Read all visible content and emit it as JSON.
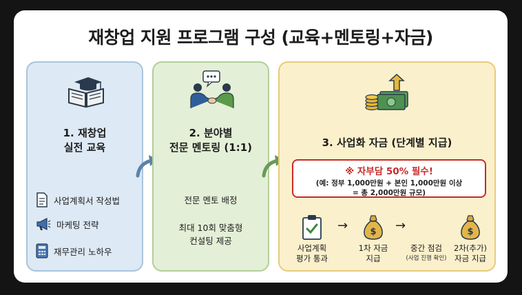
{
  "title": "재창업 지원 프로그램 구성 (교육+멘토링+자금)",
  "panel1": {
    "title_line1": "1. 재창업",
    "title_line2": "실전 교육",
    "items": [
      {
        "icon": "document-icon",
        "label": "사업계획서 작성법"
      },
      {
        "icon": "megaphone-icon",
        "label": "마케팅 전략"
      },
      {
        "icon": "calculator-icon",
        "label": "재무관리 노하우"
      }
    ]
  },
  "panel2": {
    "title_line1": "2. 분야별",
    "title_line2": "전문 멘토링 (1:1)",
    "line1": "전문 멘토 배정",
    "line2": "최대 10회 맞춤형",
    "line3": "컨설팅 제공"
  },
  "panel3": {
    "title": "3. 사업화 자금 (단계별 지급)",
    "notice_title": "※ 자부담 50% 필수!",
    "notice_line1": "(예: 정부 1,000만원 + 본인 1,000만원 이상",
    "notice_line2": "= 총 2,000만원 규모)",
    "steps": [
      {
        "icon": "checklist-icon",
        "line1": "사업계획",
        "line2": "평가 통과"
      },
      {
        "icon": "money-bag-icon",
        "line1": "1차 자금",
        "line2": "지급"
      },
      {
        "icon": "none",
        "line1": "중간 점검",
        "line2": "(사업 진행 확인)"
      },
      {
        "icon": "money-bag-icon",
        "line1": "2차(추가)",
        "line2": "자금 지급"
      }
    ]
  },
  "colors": {
    "panel1": "#dde9f4",
    "panel2": "#e3efd7",
    "panel3": "#fbf0cc",
    "accent_red": "#c62a2a"
  }
}
